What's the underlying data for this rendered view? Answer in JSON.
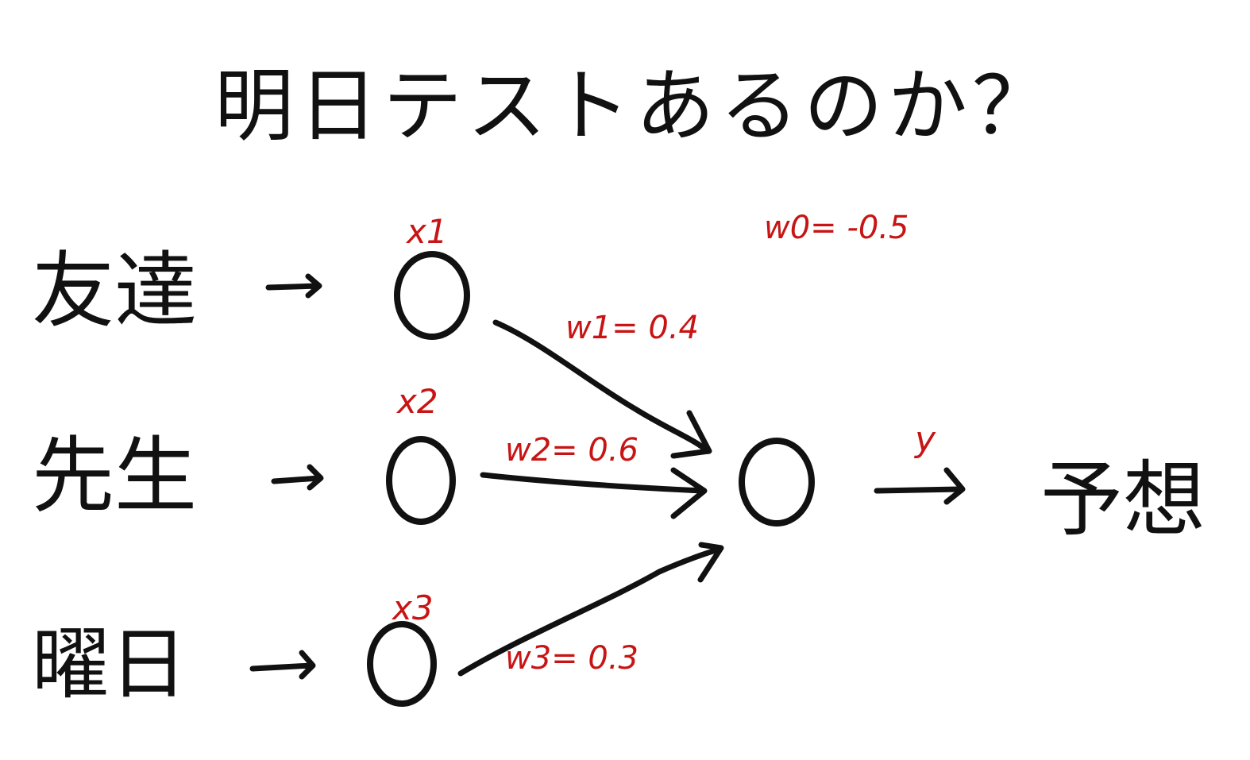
{
  "title": "明日テストあるのか？",
  "inputs": [
    {
      "label": "友達",
      "variable": "x1",
      "weight_label": "w1= 0.4"
    },
    {
      "label": "先生",
      "variable": "x2",
      "weight_label": "w2= 0.6"
    },
    {
      "label": "曜日",
      "variable": "x3",
      "weight_label": "w3= 0.3"
    }
  ],
  "bias_label": "w0= -0.5",
  "output": {
    "variable": "y",
    "label": "予想"
  },
  "colors": {
    "ink": "#111111",
    "annotation": "#c81414",
    "background": "#ffffff"
  }
}
